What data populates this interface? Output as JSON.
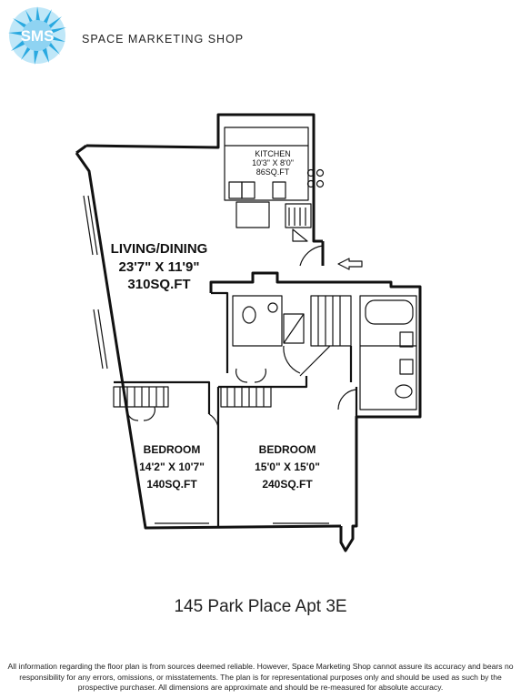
{
  "brand": {
    "logo_text": "SMS",
    "name": "SPACE MARKETING SHOP"
  },
  "rooms": {
    "kitchen": {
      "name": "KITCHEN",
      "size": "10'3\" X 8'0\"",
      "area": "86SQ.FT"
    },
    "living": {
      "name": "LIVING/DINING",
      "size": "23'7\" X 11'9\"",
      "area": "310SQ.FT"
    },
    "bedroom1": {
      "name": "BEDROOM",
      "size": "14'2\" X 10'7\"",
      "area": "140SQ.FT"
    },
    "bedroom2": {
      "name": "BEDROOM",
      "size": "15'0\" X 15'0\"",
      "area": "240SQ.FT"
    }
  },
  "address": "145 Park Place Apt 3E",
  "disclaimer": "All information regarding the floor plan is from sources deemed reliable.  However, Space Marketing Shop cannot assure its accuracy and bears no responsibility for any errors, omissions, or misstatements. The plan is for representational purposes only and should be used as such by the prospective purchaser.  All dimensions are approximate and should be re-measured for absolute accuracy.",
  "colors": {
    "logo_blue": "#29a9e0",
    "line": "#111111"
  }
}
